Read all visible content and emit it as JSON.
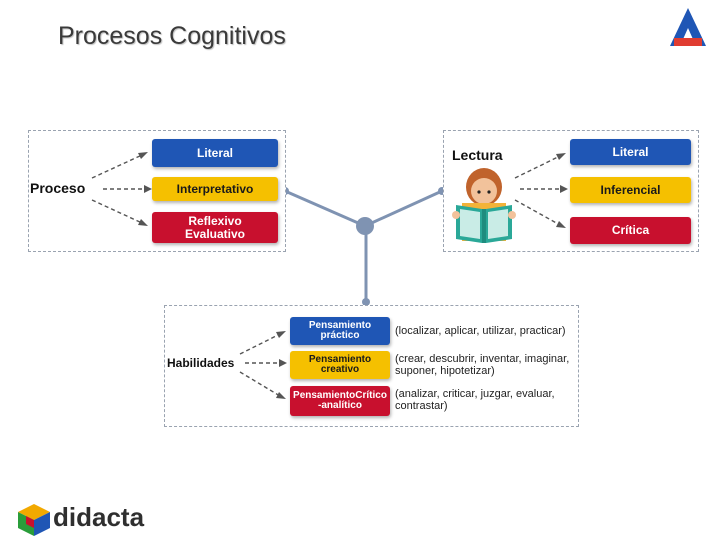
{
  "title": "Procesos Cognitivos",
  "panel_proceso": {
    "label": "Proceso",
    "items": [
      "Literal",
      "Interpretativo",
      "Reflexivo\nEvaluativo"
    ]
  },
  "panel_lectura": {
    "label": "Lectura",
    "items": [
      "Literal",
      "Inferencial",
      "Crítica"
    ]
  },
  "panel_habilidades": {
    "label": "Habilidades",
    "items": [
      "Pensamiento\npráctico",
      "Pensamiento\ncreativo",
      "PensamientoCrítico\n-analítico"
    ],
    "notes": [
      "(localizar, aplicar, utilizar, practicar)",
      "(crear, descubrir, inventar, imaginar,\nsuponer, hipotetizar)",
      "(analizar, criticar, juzgar, evaluar,\ncontrastar)"
    ]
  },
  "logo_text": "didacta",
  "colors": {
    "blue": "#1f56b5",
    "yellow": "#f5c000",
    "red": "#c8102e",
    "connector": "#7f93b2"
  }
}
